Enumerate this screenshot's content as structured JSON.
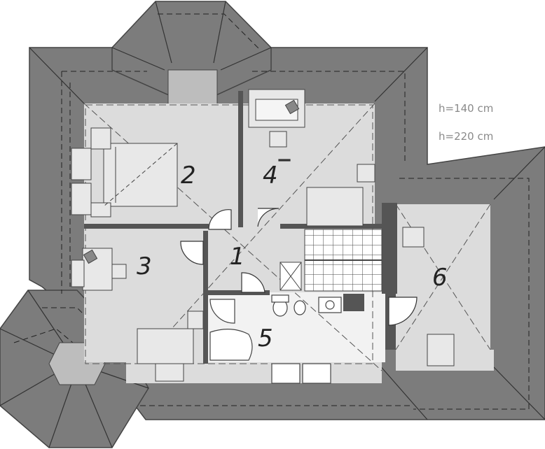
{
  "legend": {
    "height_low": "h=140 cm",
    "height_high": "h=220 cm"
  },
  "rooms": [
    {
      "id": "1",
      "label": "1"
    },
    {
      "id": "2",
      "label": "2"
    },
    {
      "id": "3",
      "label": "3"
    },
    {
      "id": "4",
      "label": "4"
    },
    {
      "id": "5",
      "label": "5"
    },
    {
      "id": "6",
      "label": "6"
    }
  ],
  "colors": {
    "roof": "#7c7c7c",
    "roof_edge": "#444444",
    "floor": "#dcdcdc",
    "bathroom": "#f2f2f2",
    "wall": "#555555"
  }
}
